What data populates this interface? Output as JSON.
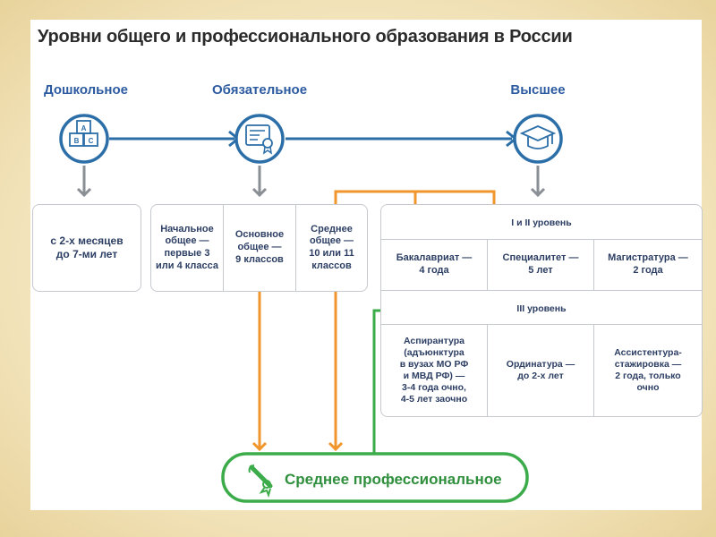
{
  "title": "Уровни общего и профессионального образования в России",
  "stages": {
    "preschool": "Дошкольное",
    "compulsory": "Обязательное",
    "higher": "Высшее"
  },
  "preschool_box": "с 2-х месяцев\nдо 7-ми лет",
  "general": {
    "primary": "Начальное\nобщее —\nпервые 3\nили 4 класса",
    "basic": "Основное\nобщее —\n9 классов",
    "secondary": "Среднее\nобщее —\n10 или 11\nклассов"
  },
  "higher_levels": {
    "band_1_2": "I и II уровень",
    "bachelor": "Бакалавриат —\n4 года",
    "specialist": "Специалитет —\n5 лет",
    "master": "Магистратура —\n2 года",
    "band_3": "III уровень",
    "postgrad": "Аспирантура\n(адъюнктура\nв вузах МО РФ\nи МВД РФ) —\n3-4 года очно,\n4-5 лет заочно",
    "residency": "Ординатура —\nдо 2-х лет",
    "assistantship": "Ассистентура-\nстажировка —\n2 года, только\nочно"
  },
  "vocational": "Среднее профессиональное",
  "icons": {
    "preschool": "abc-blocks-icon",
    "compulsory": "certificate-icon",
    "higher": "graduation-cap-icon",
    "vocational": "diploma-scroll-icon"
  },
  "colors": {
    "blue": "#2c6fa8",
    "orange": "#f0962c",
    "green": "#3cab4a",
    "gray": "#8a8f96"
  }
}
